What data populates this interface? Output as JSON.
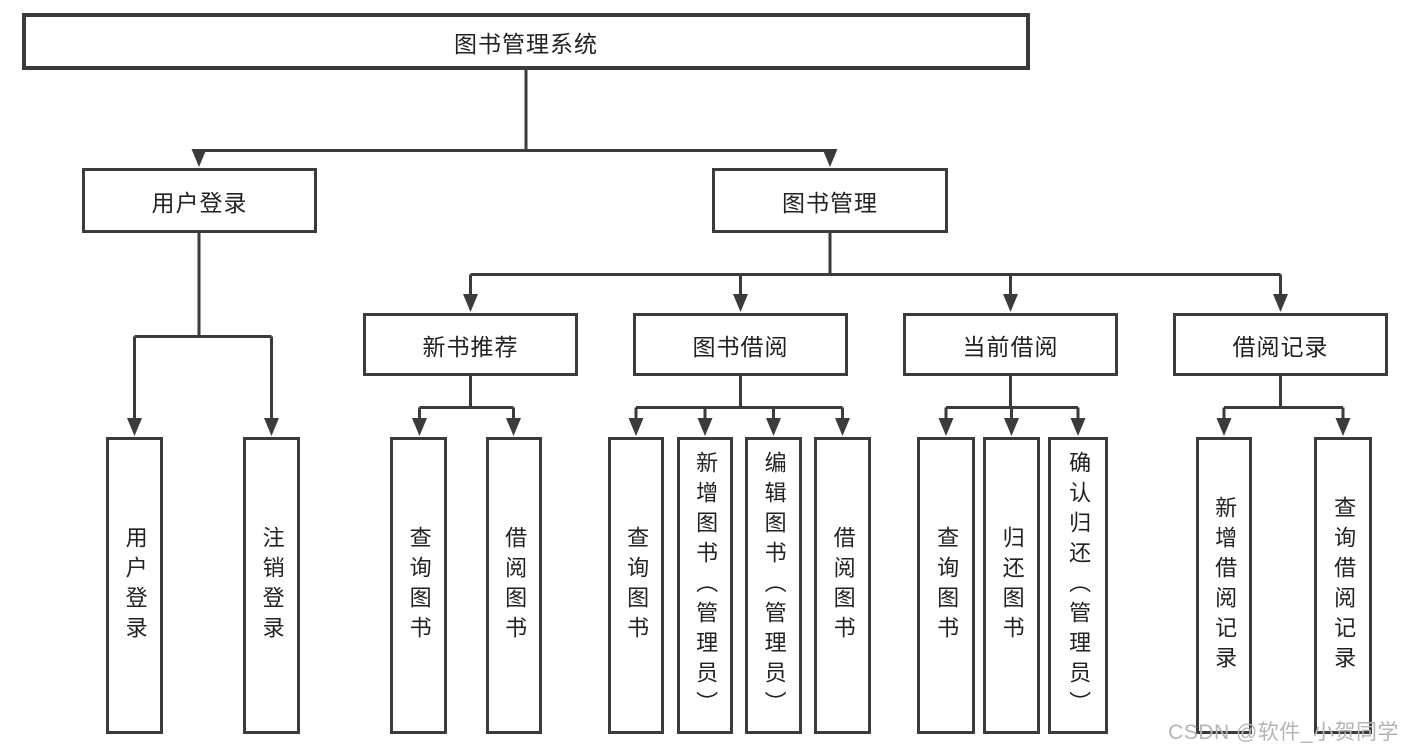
{
  "tree": {
    "root": {
      "label": "图书管理系统",
      "children": [
        {
          "label": "用户登录",
          "children": [
            {
              "label": "用户登录"
            },
            {
              "label": "注销登录"
            }
          ]
        },
        {
          "label": "图书管理",
          "children": [
            {
              "label": "新书推荐",
              "children": [
                {
                  "label": "查询图书"
                },
                {
                  "label": "借阅图书"
                }
              ]
            },
            {
              "label": "图书借阅",
              "children": [
                {
                  "label": "查询图书"
                },
                {
                  "label": "新增图书（管理员）"
                },
                {
                  "label": "编辑图书（管理员）"
                },
                {
                  "label": "借阅图书"
                }
              ]
            },
            {
              "label": "当前借阅",
              "children": [
                {
                  "label": "查询图书"
                },
                {
                  "label": "归还图书"
                },
                {
                  "label": "确认归还（管理员）"
                }
              ]
            },
            {
              "label": "借阅记录",
              "children": [
                {
                  "label": "新增借阅记录"
                },
                {
                  "label": "查询借阅记录"
                }
              ]
            }
          ]
        }
      ]
    }
  },
  "watermark": {
    "text": "CSDN @软件_小贺同学"
  },
  "colors": {
    "line": "#3b3b3b",
    "box_border": "#3b3b3b",
    "text": "#222222",
    "background": "#ffffff",
    "watermark": "#b4b4b4"
  }
}
